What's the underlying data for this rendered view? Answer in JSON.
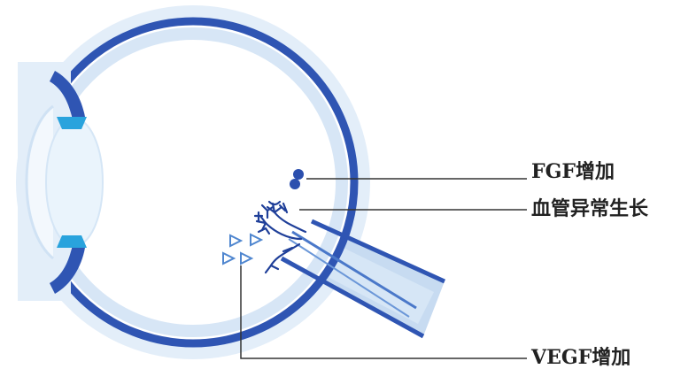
{
  "labels": {
    "fgf": "FGF增加",
    "abnormal_vessels": "血管异常生长",
    "vegf": "VEGF增加"
  },
  "colors": {
    "sclera": "#2f55b3",
    "halo": "#e3eef9",
    "eye_fill": "#ffffff",
    "lens": "#eaf4fc",
    "cornea_accent": "#29a3dd",
    "optic_nerve": "#c7dbf1",
    "vessels": "#1f3f99",
    "leader_line": "#333333",
    "text": "#222222"
  },
  "icons": [
    "vessel-cluster-icon",
    "fgf-dot-icon",
    "vegf-triangle-icon"
  ]
}
